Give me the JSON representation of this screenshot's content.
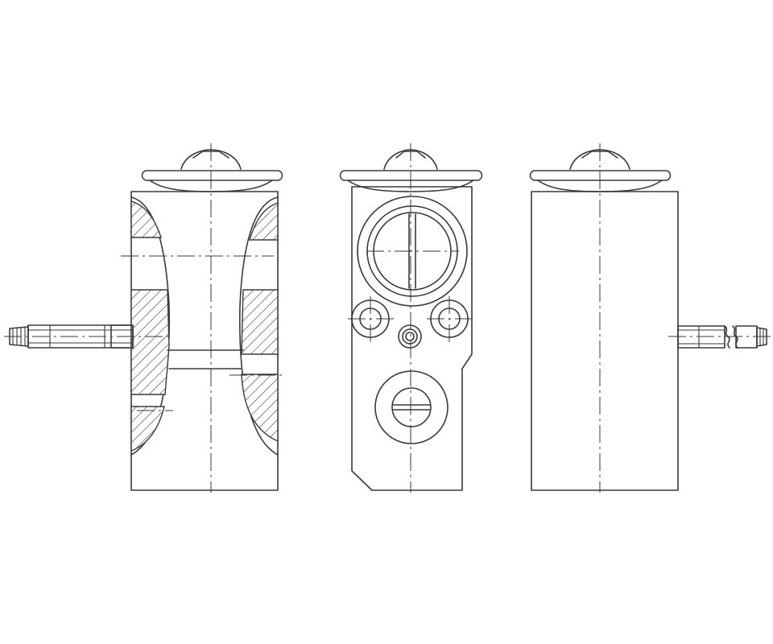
{
  "drawing": {
    "views": [
      {
        "id": "left-section",
        "kind": "sectional-side-view",
        "has_inlet_stub": true
      },
      {
        "id": "front-view",
        "kind": "port-face-view"
      },
      {
        "id": "right-side",
        "kind": "side-view",
        "has_outlet_stub": true
      }
    ],
    "colors": {
      "line": "#3a3a3a",
      "background": "#ffffff"
    }
  }
}
